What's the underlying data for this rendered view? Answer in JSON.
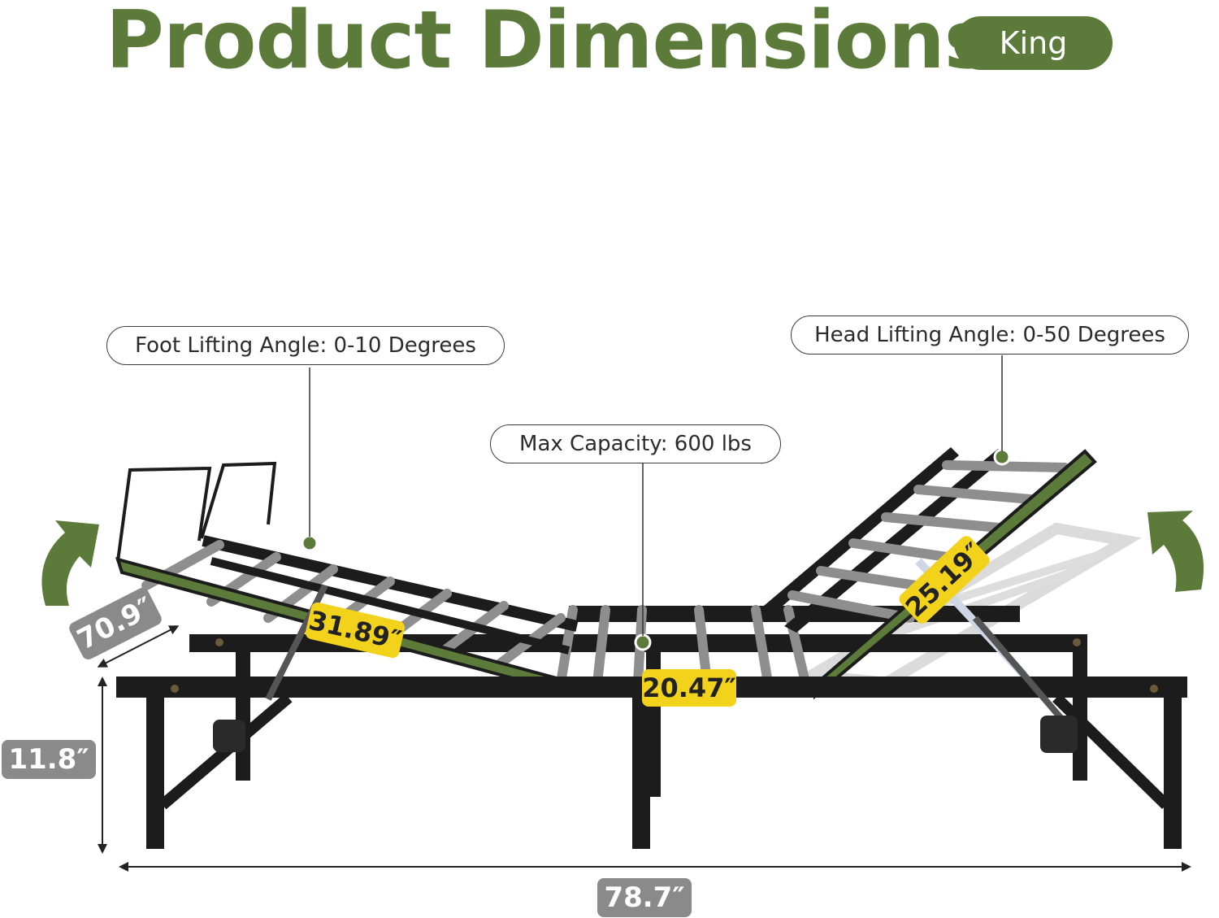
{
  "header": {
    "title": "Product Dimensions",
    "size_badge": "King"
  },
  "callouts": {
    "foot_angle": "Foot Lifting Angle: 0-10 Degrees",
    "max_capacity": "Max Capacity: 600 lbs",
    "head_angle": "Head Lifting Angle: 0-50 Degrees"
  },
  "dimensions": {
    "width": "70.9″",
    "height": "11.8″",
    "length": "78.7″"
  },
  "segments": {
    "foot": "31.89″",
    "middle": "20.47″",
    "head": "25.19″"
  },
  "colors": {
    "brand_green": "#5c7b3a",
    "label_yellow": "#f2d21b",
    "dim_gray": "#8a8a8a",
    "frame_black": "#1c1c1c"
  },
  "icons": [
    "lift-arrow-left-icon",
    "lift-arrow-right-icon"
  ]
}
